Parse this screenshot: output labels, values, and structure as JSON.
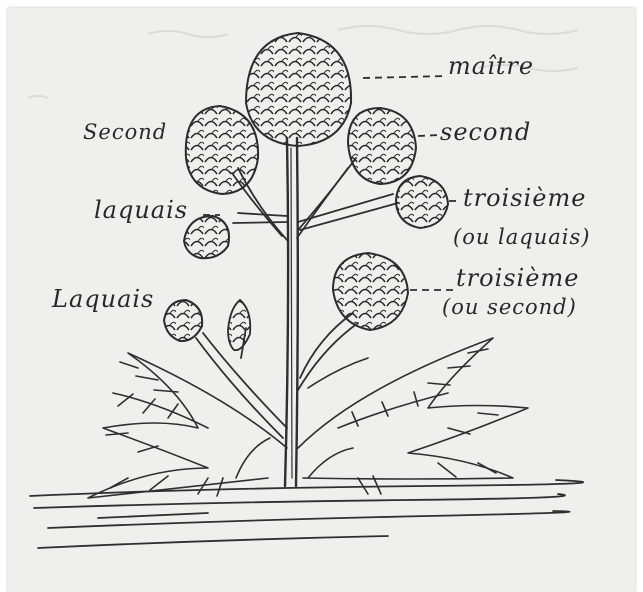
{
  "diagram": {
    "labels": {
      "maitre": "maître",
      "second_left": "Second",
      "second_right": "second",
      "laquais_upper": "laquais",
      "laquais_lower": "Laquais",
      "troisieme_upper": "troisième",
      "ou_laquais": "(ou laquais)",
      "troisieme_lower": "troisième",
      "ou_second": "(ou second)"
    }
  }
}
